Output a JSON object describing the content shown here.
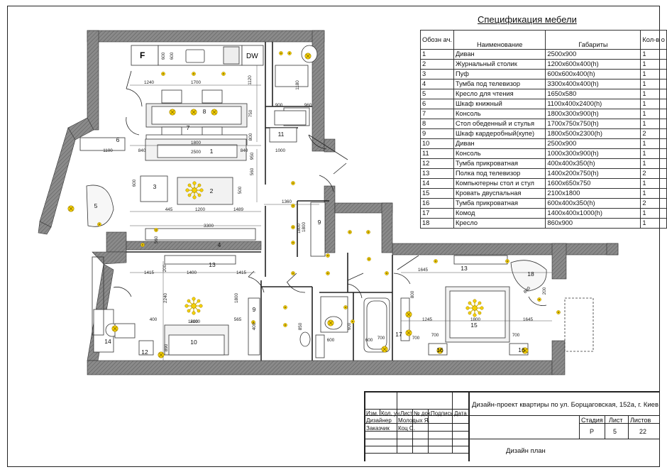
{
  "spec": {
    "title": "Спецификация мебели",
    "headers": {
      "num": "Обозн ач.",
      "name": "Наименование",
      "dims": "Габариты",
      "qty": "Кол-в о"
    },
    "rows": [
      {
        "num": "1",
        "name": "Диван",
        "dims": "2500x900",
        "qty": "1"
      },
      {
        "num": "2",
        "name": "Журнальный столик",
        "dims": "1200x600x400(h)",
        "qty": "1"
      },
      {
        "num": "3",
        "name": "Пуф",
        "dims": "600x600x400(h)",
        "qty": "1"
      },
      {
        "num": "4",
        "name": "Тумба под телевизор",
        "dims": "3300x400x400(h)",
        "qty": "1"
      },
      {
        "num": "5",
        "name": "Кресло для чтения",
        "dims": "1650x580",
        "qty": "1"
      },
      {
        "num": "6",
        "name": "Шкаф книжный",
        "dims": "1100x400x2400(h)",
        "qty": "1"
      },
      {
        "num": "7",
        "name": "Консоль",
        "dims": "1800x300x900(h)",
        "qty": "1"
      },
      {
        "num": "8",
        "name": "Стол обеденный и стулья",
        "dims": "1700x750x750(h)",
        "qty": "1"
      },
      {
        "num": "9",
        "name": "Шкаф кардеробный(купе)",
        "dims": "1800x500x2300(h)",
        "qty": "2"
      },
      {
        "num": "10",
        "name": "Диван",
        "dims": "2500x900",
        "qty": "1"
      },
      {
        "num": "11",
        "name": "Консоль",
        "dims": "1000x300x900(h)",
        "qty": "1"
      },
      {
        "num": "12",
        "name": "Тумба прикроватная",
        "dims": "400x400x350(h)",
        "qty": "1"
      },
      {
        "num": "13",
        "name": "Полка под телевизор",
        "dims": "1400x200x750(h)",
        "qty": "2"
      },
      {
        "num": "14",
        "name": "Компьютерны стол и стул",
        "dims": "1600x650x750",
        "qty": "1"
      },
      {
        "num": "15",
        "name": "Кровать двуспальная",
        "dims": "2100x1800",
        "qty": "1"
      },
      {
        "num": "16",
        "name": "Тумба прикроватная",
        "dims": "600x400x350(h)",
        "qty": "2"
      },
      {
        "num": "17",
        "name": "Комод",
        "dims": "1400x400x1000(h)",
        "qty": "1"
      },
      {
        "num": "18",
        "name": "Кресло",
        "dims": "860x900",
        "qty": "1"
      }
    ]
  },
  "title_block": {
    "project": "Дизайн-проект квартиры по ул. Борщаговская, 152а, г. Киев",
    "cols": [
      "Изм.",
      "Кол. уч",
      "Лист",
      "№ док.",
      "Подпись",
      "Дата"
    ],
    "designer_label": "Дизайнер",
    "designer_name": "Молодых Я.",
    "client_label": "Заказчик",
    "client_name": "Коц С.",
    "stage_label": "Стадия",
    "sheet_label": "Лист",
    "sheets_label": "Листов",
    "stage": "Р",
    "sheet": "5",
    "sheets": "22",
    "drawing": "Дизайн план"
  },
  "plan": {
    "tags": {
      "fridge": "F",
      "dishwasher": "DW"
    },
    "furniture_numbers": [
      "1",
      "2",
      "3",
      "4",
      "5",
      "6",
      "7",
      "8",
      "9",
      "9",
      "10",
      "11",
      "12",
      "13",
      "13",
      "14",
      "15",
      "16",
      "16",
      "17",
      "18"
    ],
    "dims": [
      "600",
      "600",
      "1240",
      "1700",
      "1120",
      "900",
      "960",
      "1180",
      "750",
      "800",
      "1100",
      "840",
      "1800",
      "2500",
      "840",
      "1000",
      "950",
      "560",
      "600",
      "500",
      "445",
      "1200",
      "1489",
      "1360",
      "3300",
      "1800",
      "560",
      "1415",
      "1400",
      "1415",
      "200",
      "2240",
      "1400",
      "1800",
      "565",
      "400",
      "2100",
      "890",
      "400",
      "1800",
      "1645",
      "860",
      "200",
      "800",
      "1645",
      "1245",
      "1800",
      "700",
      "700",
      "700",
      "700",
      "600",
      "600",
      "850",
      "600"
    ]
  }
}
